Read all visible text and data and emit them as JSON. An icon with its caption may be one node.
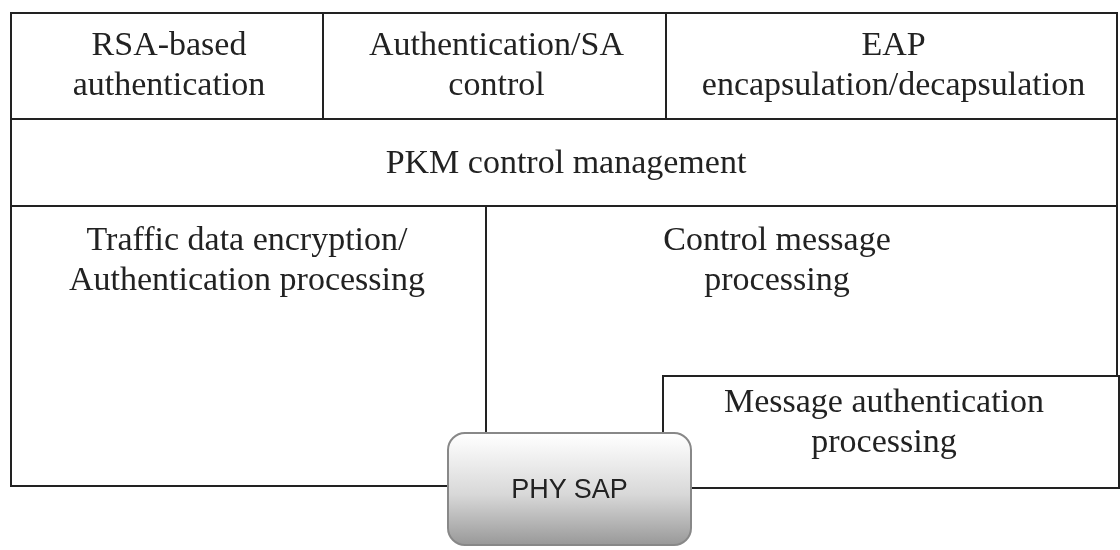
{
  "diagram": {
    "nodes": [
      {
        "text": [
          "RSA-based authentication"
        ]
      },
      {
        "text": [
          "Authentication/SA control"
        ]
      },
      {
        "text": [
          "EAP encapsulation/decapsulation"
        ]
      },
      {
        "text": [
          "PKM control management"
        ]
      },
      {
        "text": [
          "Traffic data encryption/ Authentication processing"
        ]
      },
      {
        "text": [
          "Control message processing"
        ]
      },
      {
        "text": [
          "Message authentication processing"
        ],
        "in": 5
      },
      {
        "text": [
          "PHY SAP"
        ]
      }
    ]
  }
}
